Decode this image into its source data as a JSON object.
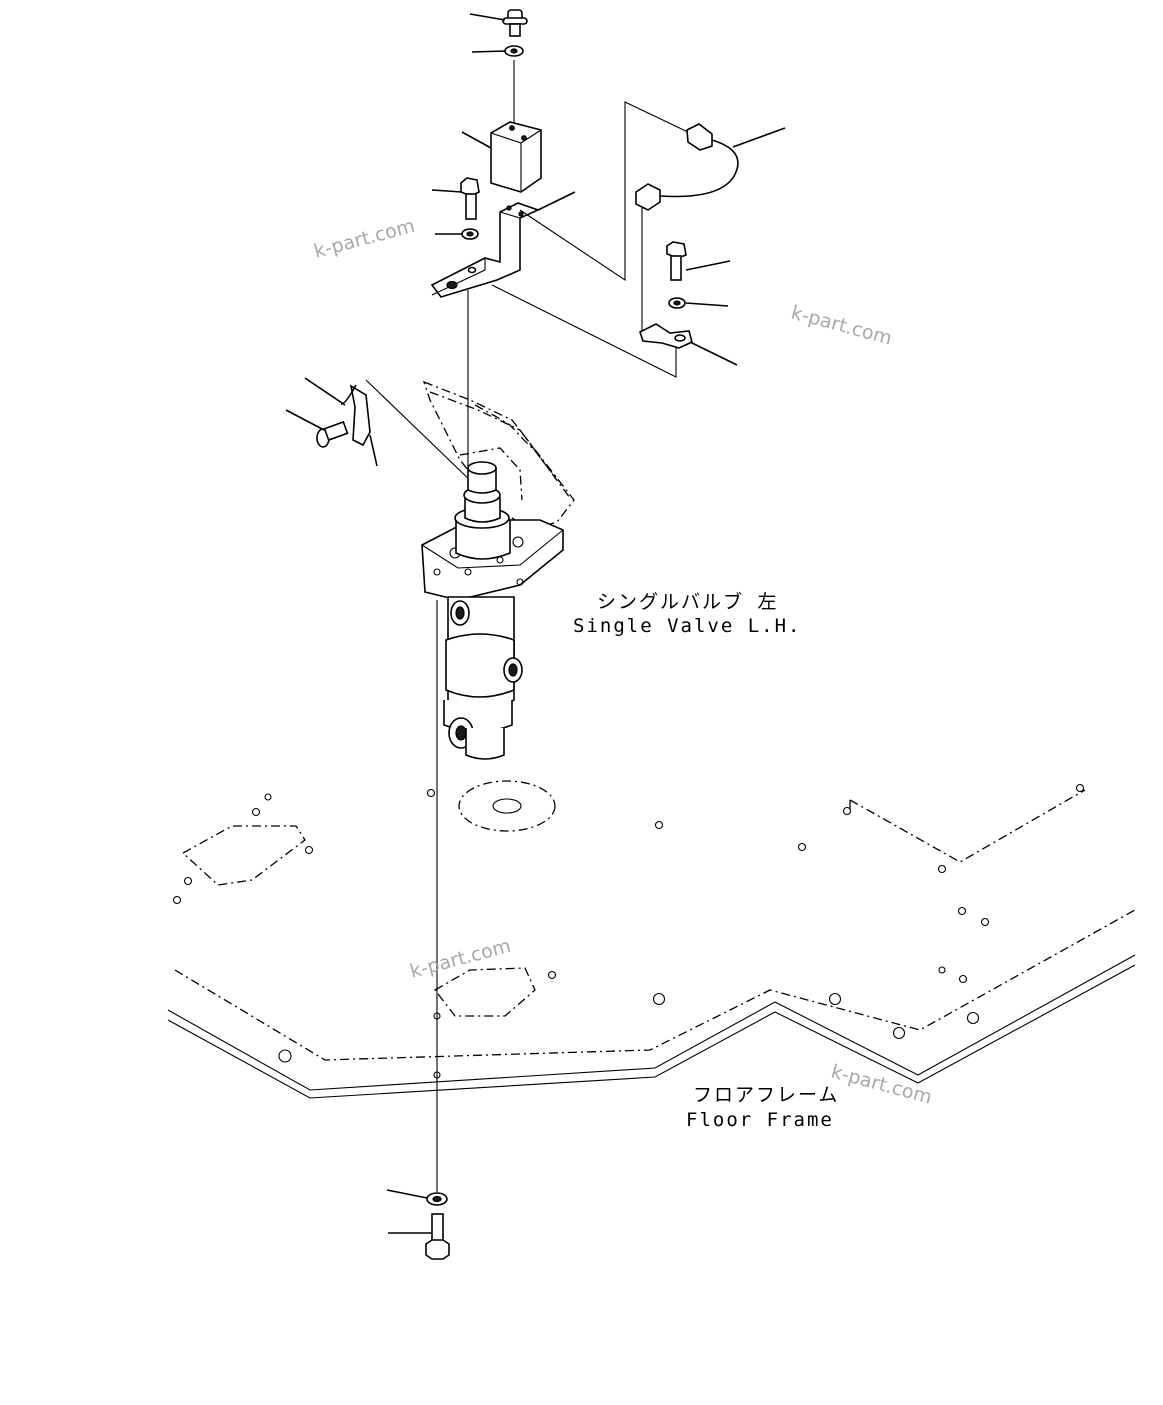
{
  "labels": {
    "valve_jp": "シングルバルブ 左",
    "valve_en": "Single Valve L.H.",
    "frame_jp": "フロアフレーム",
    "frame_en": "Floor Frame"
  },
  "watermarks": [
    "k-part.com",
    "k-part.com",
    "k-part.com",
    "k-part.com"
  ]
}
